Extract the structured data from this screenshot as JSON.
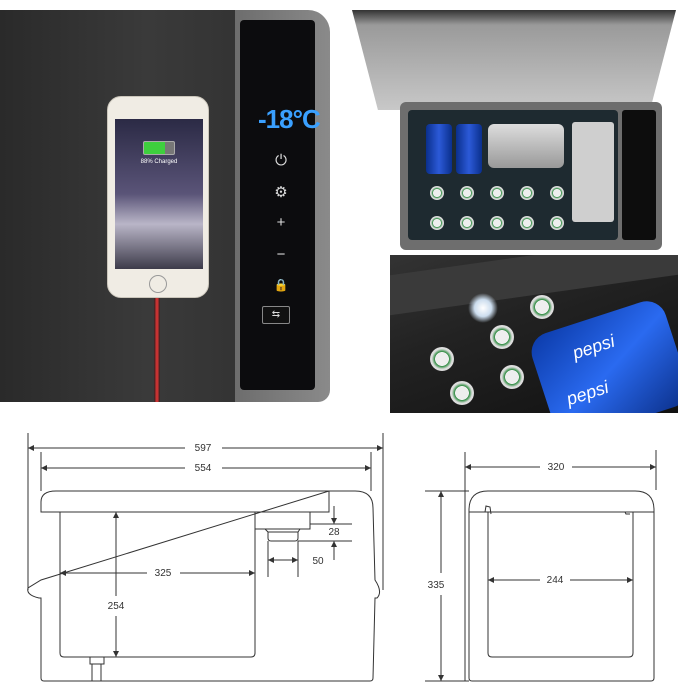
{
  "photos": {
    "left": {
      "display_temp": "-18°C",
      "phone_status": "88% Charged",
      "controls": [
        "power-icon",
        "gear-icon",
        "plus-icon",
        "minus-icon",
        "lock-icon",
        "usb-charge-icon"
      ]
    },
    "bottom_right": {
      "can_label_1": "pepsi",
      "can_label_2": "pepsi"
    }
  },
  "drawing": {
    "front": {
      "overall_width": "597",
      "body_width": "554",
      "inner_width": "325",
      "inner_height": "254",
      "control_height": "28",
      "control_width": "50"
    },
    "side": {
      "overall_width": "320",
      "overall_height": "335",
      "inner_width": "244"
    }
  }
}
